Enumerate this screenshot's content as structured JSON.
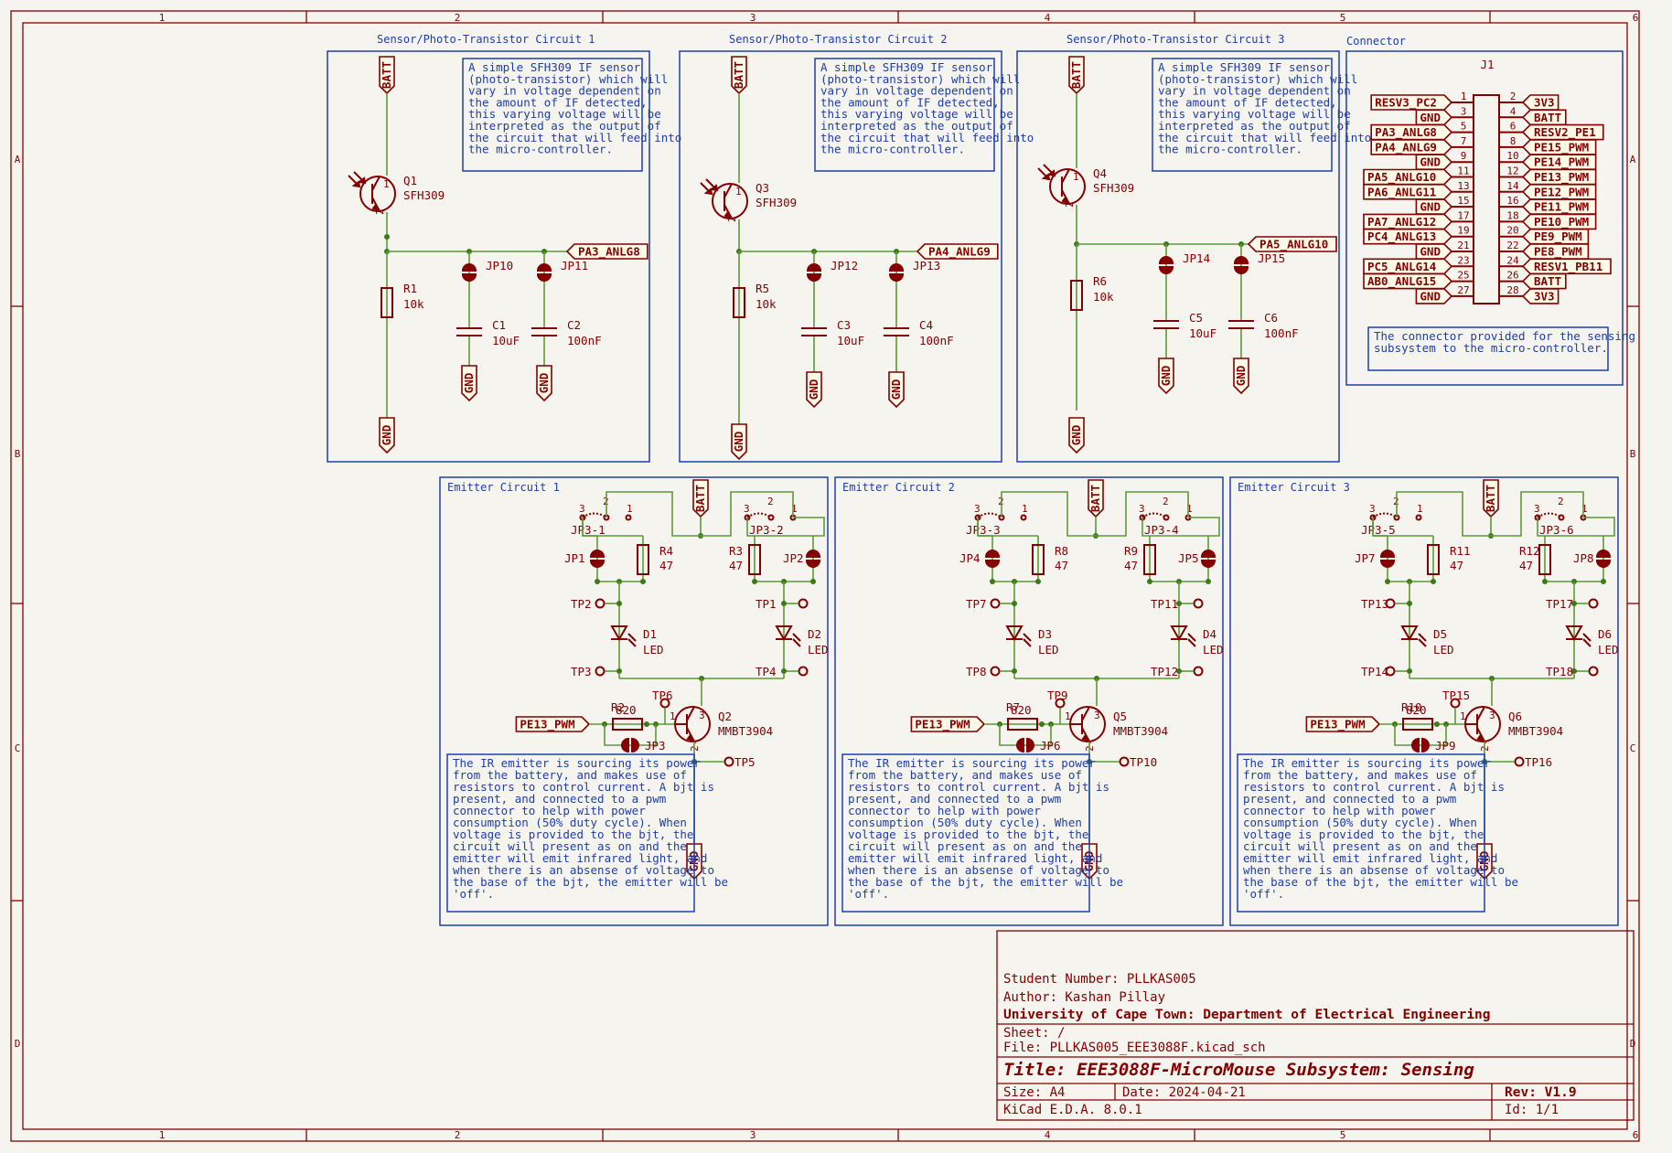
{
  "border": {
    "cols": [
      "1",
      "2",
      "3",
      "4",
      "5",
      "6"
    ],
    "rows": [
      "A",
      "B",
      "C",
      "D"
    ]
  },
  "sensors": [
    {
      "title": "Sensor/Photo-Transistor Circuit 1",
      "note": [
        "A simple SFH309 IF sensor",
        "(photo-transistor) which will",
        "vary in voltage dependent on",
        "the amount of IF detected,",
        "this varying voltage will be",
        "interpreted as the output of",
        "the circuit that will feed into",
        "the micro-controller."
      ],
      "q": "Q1",
      "qv": "SFH309",
      "r": "R1",
      "rv": "10k",
      "jpa": "JP10",
      "jpb": "JP11",
      "ca": "C1",
      "cav": "10uF",
      "cb": "C2",
      "cbv": "100nF",
      "out": "PA3_ANLG8",
      "batt": "BATT",
      "gnd": "GND"
    },
    {
      "title": "Sensor/Photo-Transistor Circuit 2",
      "note": [
        "A simple SFH309 IF sensor",
        "(photo-transistor) which will",
        "vary in voltage dependent on",
        "the amount of IF detected,",
        "this varying voltage will be",
        "interpreted as the output of",
        "the circuit that will feed into",
        "the micro-controller."
      ],
      "q": "Q3",
      "qv": "SFH309",
      "r": "R5",
      "rv": "10k",
      "jpa": "JP12",
      "jpb": "JP13",
      "ca": "C3",
      "cav": "10uF",
      "cb": "C4",
      "cbv": "100nF",
      "out": "PA4_ANLG9",
      "batt": "BATT",
      "gnd": "GND"
    },
    {
      "title": "Sensor/Photo-Transistor Circuit 3",
      "note": [
        "A simple SFH309 IF sensor",
        "(photo-transistor) which will",
        "vary in voltage dependent on",
        "the amount of IF detected,",
        "this varying voltage will be",
        "interpreted as the output of",
        "the circuit that will feed into",
        "the micro-controller."
      ],
      "q": "Q4",
      "qv": "SFH309",
      "r": "R6",
      "rv": "10k",
      "jpa": "JP14",
      "jpb": "JP15",
      "ca": "C5",
      "cav": "10uF",
      "cb": "C6",
      "cbv": "100nF",
      "out": "PA5_ANLG10",
      "batt": "BATT",
      "gnd": "GND"
    }
  ],
  "connector": {
    "title": "Connector",
    "ref": "J1",
    "left": [
      [
        "RESV3_PC2",
        "1"
      ],
      [
        "GND",
        "3"
      ],
      [
        "PA3_ANLG8",
        "5"
      ],
      [
        "PA4_ANLG9",
        "7"
      ],
      [
        "GND",
        "9"
      ],
      [
        "PA5_ANLG10",
        "11"
      ],
      [
        "PA6_ANLG11",
        "13"
      ],
      [
        "GND",
        "15"
      ],
      [
        "PA7_ANLG12",
        "17"
      ],
      [
        "PC4_ANLG13",
        "19"
      ],
      [
        "GND",
        "21"
      ],
      [
        "PC5_ANLG14",
        "23"
      ],
      [
        "AB0_ANLG15",
        "25"
      ],
      [
        "GND",
        "27"
      ]
    ],
    "right": [
      [
        "3V3",
        "2"
      ],
      [
        "BATT",
        "4"
      ],
      [
        "RESV2_PE1",
        "6"
      ],
      [
        "PE15_PWM",
        "8"
      ],
      [
        "PE14_PWM",
        "10"
      ],
      [
        "PE13_PWM",
        "12"
      ],
      [
        "PE12_PWM",
        "14"
      ],
      [
        "PE11_PWM",
        "16"
      ],
      [
        "PE10_PWM",
        "18"
      ],
      [
        "PE9_PWM",
        "20"
      ],
      [
        "PE8_PWM",
        "22"
      ],
      [
        "RESV1_PB11",
        "24"
      ],
      [
        "BATT",
        "26"
      ],
      [
        "3V3",
        "28"
      ]
    ],
    "note": [
      "The connector provided for the sensing",
      "subsystem to the micro-controller."
    ]
  },
  "emitters": [
    {
      "title": "Emitter Circuit 1",
      "jpl": "JP3-1",
      "jpr": "JP3-2",
      "jsl": "JP1",
      "jsr": "JP2",
      "rl": "R4",
      "rlv": "47",
      "rr": "R3",
      "rrv": "47",
      "tpa": "TP2",
      "tpb": "TP1",
      "tpc": "TP3",
      "tpd": "TP4",
      "da": "D1",
      "db": "D2",
      "led": "LED",
      "rb": "R2",
      "rbv": "820",
      "tpe": "TP6",
      "q": "Q2",
      "qv": "MMBT3904",
      "jpb3": "JP3",
      "tpf": "TP5",
      "pwm": "PE13_PWM",
      "batt": "BATT",
      "gnd": "GND",
      "note": [
        "The IR emitter is sourcing its power",
        "from the battery, and makes use of",
        "resistors to control current. A bjt is",
        "present, and connected to a pwm",
        "connector to help with power",
        "consumption (50% duty cycle). When",
        "voltage is provided to the bjt, the",
        "circuit will present as on and the",
        "emitter will emit infrared light, and",
        "when there is an absense of voltage to",
        "the base of the bjt, the emitter will be",
        "'off'."
      ]
    },
    {
      "title": "Emitter Circuit 2",
      "jpl": "JP3-3",
      "jpr": "JP3-4",
      "jsl": "JP4",
      "jsr": "JP5",
      "rl": "R8",
      "rlv": "47",
      "rr": "R9",
      "rrv": "47",
      "tpa": "TP7",
      "tpb": "TP11",
      "tpc": "TP8",
      "tpd": "TP12",
      "da": "D3",
      "db": "D4",
      "led": "LED",
      "rb": "R7",
      "rbv": "820",
      "tpe": "TP9",
      "q": "Q5",
      "qv": "MMBT3904",
      "jpb3": "JP6",
      "tpf": "TP10",
      "pwm": "PE13_PWM",
      "batt": "BATT",
      "gnd": "GND",
      "note": [
        "The IR emitter is sourcing its power",
        "from the battery, and makes use of",
        "resistors to control current. A bjt is",
        "present, and connected to a pwm",
        "connector to help with power",
        "consumption (50% duty cycle). When",
        "voltage is provided to the bjt, the",
        "circuit will present as on and the",
        "emitter will emit infrared light, and",
        "when there is an absense of voltage to",
        "the base of the bjt, the emitter will be",
        "'off'."
      ]
    },
    {
      "title": "Emitter Circuit 3",
      "jpl": "JP3-5",
      "jpr": "JP3-6",
      "jsl": "JP7",
      "jsr": "JP8",
      "rl": "R11",
      "rlv": "47",
      "rr": "R12",
      "rrv": "47",
      "tpa": "TP13",
      "tpb": "TP17",
      "tpc": "TP14",
      "tpd": "TP18",
      "da": "D5",
      "db": "D6",
      "led": "LED",
      "rb": "R10",
      "rbv": "820",
      "tpe": "TP15",
      "q": "Q6",
      "qv": "MMBT3904",
      "jpb3": "JP9",
      "tpf": "TP16",
      "pwm": "PE13_PWM",
      "batt": "BATT",
      "gnd": "GND",
      "note": [
        "The IR emitter is sourcing its power",
        "from the battery, and makes use of",
        "resistors to control current. A bjt is",
        "present, and connected to a pwm",
        "connector to help with power",
        "consumption (50% duty cycle). When",
        "voltage is provided to the bjt, the",
        "circuit will present as on and the",
        "emitter will emit infrared light, and",
        "when there is an absense of voltage to",
        "the base of the bjt, the emitter will be",
        "'off'."
      ]
    }
  ],
  "title_block": {
    "student": "Student Number: PLLKAS005",
    "author": "Author: Kashan Pillay",
    "org": "University of Cape Town: Department of Electrical Engineering",
    "sheet": "Sheet: /",
    "file": "File: PLLKAS005_EEE3088F.kicad_sch",
    "title": "Title: EEE3088F-MicroMouse Subsystem: Sensing",
    "size": "Size: A4",
    "date": "Date: 2024-04-21",
    "rev": "Rev: V1.9",
    "tool": "KiCad E.D.A. 8.0.1",
    "id": "Id: 1/1"
  }
}
